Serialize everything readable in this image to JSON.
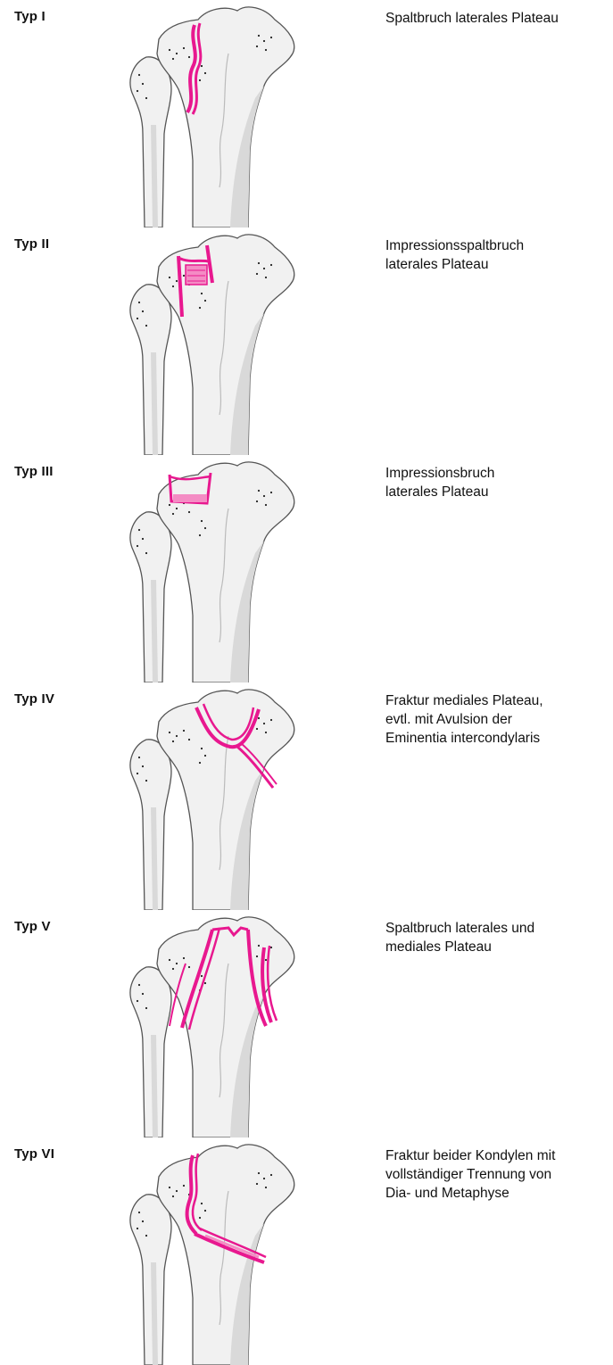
{
  "colors": {
    "fracture": "#e8188f",
    "fracture_fill": "#f48cc4",
    "bone_fill": "#f1f1f1",
    "bone_shade": "#d9d9d9",
    "bone_outline": "#555555",
    "text": "#111111"
  },
  "types": [
    {
      "label": "Typ I",
      "description": "Spaltbruch laterales Plateau"
    },
    {
      "label": "Typ II",
      "description": "Impressionsspaltbruch\nlaterales Plateau"
    },
    {
      "label": "Typ III",
      "description": "Impressionsbruch\nlaterales Plateau"
    },
    {
      "label": "Typ IV",
      "description": "Fraktur mediales Plateau,\nevtl. mit Avulsion der\nEminentia intercondylaris"
    },
    {
      "label": "Typ V",
      "description": "Spaltbruch laterales und\nmediales Plateau"
    },
    {
      "label": "Typ VI",
      "description": "Fraktur beider Kondylen mit\nvollständiger Trennung von\nDia- und Metaphyse"
    }
  ]
}
